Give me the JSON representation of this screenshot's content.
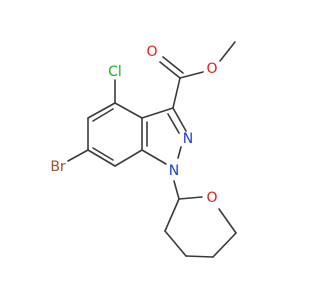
{
  "molecule": {
    "atoms": {
      "chlorine": {
        "label": "Cl",
        "color": "#1fae1f"
      },
      "bromine": {
        "label": "Br",
        "color": "#a0522d"
      },
      "nitrogen_n1": {
        "label": "N",
        "color": "#1a3fd9"
      },
      "nitrogen_n2": {
        "label": "N",
        "color": "#1a3fd9"
      },
      "oxygen_carbonyl": {
        "label": "O",
        "color": "#e0201b"
      },
      "oxygen_ester": {
        "label": "O",
        "color": "#e0201b"
      },
      "oxygen_ring": {
        "label": "O",
        "color": "#e0201b"
      }
    },
    "bond_color": "#3a3a3a"
  }
}
